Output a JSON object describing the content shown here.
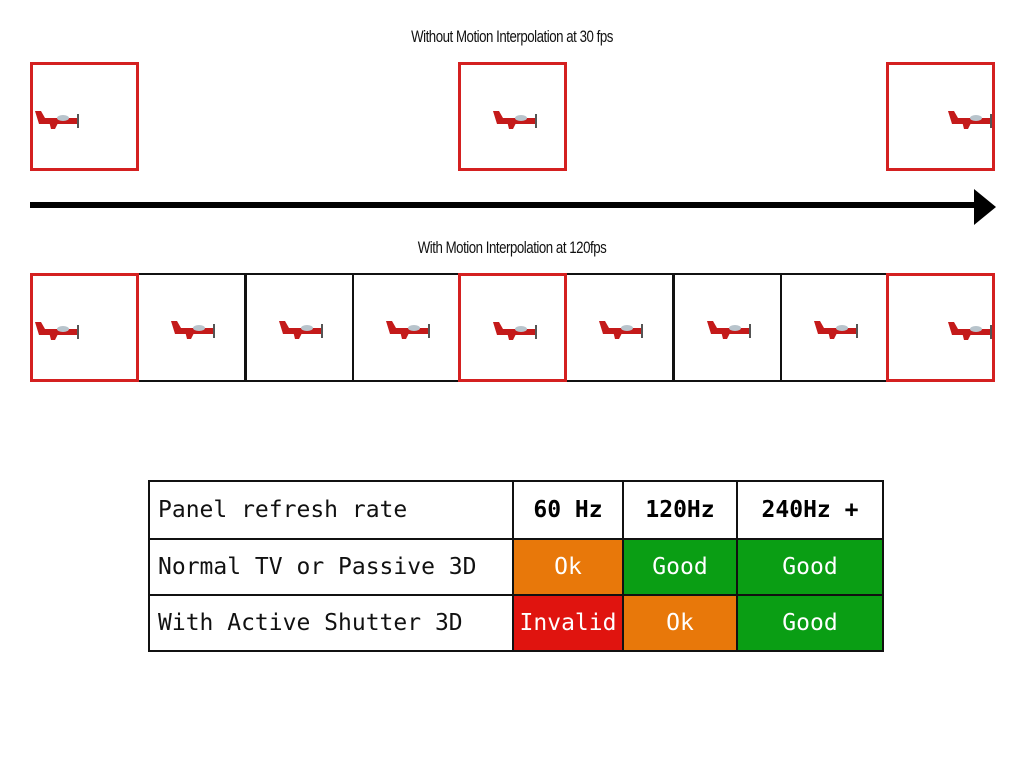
{
  "colors": {
    "keyframe_border": "#d42020",
    "interp_border": "#111111",
    "plane": "#c41a1a",
    "ok": "#e8780a",
    "good": "#0a9e14",
    "invalid": "#e0140f"
  },
  "top_section": {
    "title": "Without Motion Interpolation at 30 fps",
    "frames": [
      {
        "type": "key",
        "icon": "airplane-icon"
      },
      {
        "type": "key",
        "icon": "airplane-icon"
      },
      {
        "type": "key",
        "icon": "airplane-icon"
      }
    ]
  },
  "timeline": {
    "icon": "arrow-right-icon"
  },
  "bottom_section": {
    "title": "With Motion Interpolation at 120fps",
    "frames": [
      {
        "type": "key",
        "icon": "airplane-icon"
      },
      {
        "type": "interp",
        "icon": "airplane-icon"
      },
      {
        "type": "interp",
        "icon": "airplane-icon"
      },
      {
        "type": "interp",
        "icon": "airplane-icon"
      },
      {
        "type": "key",
        "icon": "airplane-icon"
      },
      {
        "type": "interp",
        "icon": "airplane-icon"
      },
      {
        "type": "interp",
        "icon": "airplane-icon"
      },
      {
        "type": "interp",
        "icon": "airplane-icon"
      },
      {
        "type": "key",
        "icon": "airplane-icon"
      }
    ]
  },
  "table": {
    "header": [
      "Panel refresh rate",
      "60 Hz",
      "120Hz",
      "240Hz +"
    ],
    "rows": [
      {
        "label": "Normal TV or Passive 3D",
        "cells": [
          {
            "text": "Ok",
            "status": "ok"
          },
          {
            "text": "Good",
            "status": "good"
          },
          {
            "text": "Good",
            "status": "good"
          }
        ]
      },
      {
        "label": "With Active Shutter 3D",
        "cells": [
          {
            "text": "Invalid",
            "status": "invalid"
          },
          {
            "text": "Ok",
            "status": "ok"
          },
          {
            "text": "Good",
            "status": "good"
          }
        ]
      }
    ]
  }
}
